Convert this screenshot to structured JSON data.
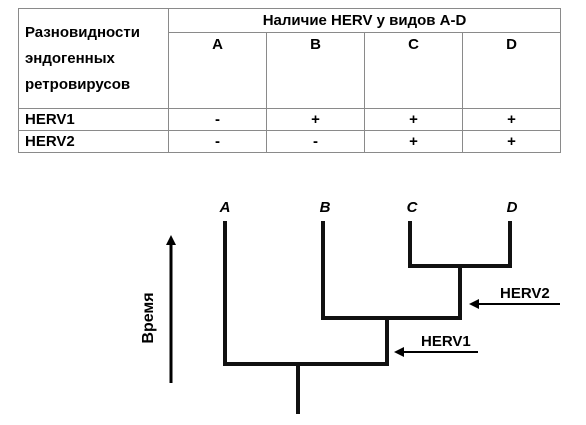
{
  "table": {
    "row_header": "Разновидности эндогенных ретровирусов",
    "row_header_lines": [
      "Разновидности",
      "эндогенных",
      "ретровирусов"
    ],
    "group_header": "Наличие HERV у видов A-D",
    "species": [
      "A",
      "B",
      "C",
      "D"
    ],
    "rows": [
      {
        "name": "HERV1",
        "values": [
          "-",
          "+",
          "+",
          "+"
        ]
      },
      {
        "name": "HERV2",
        "values": [
          "-",
          "-",
          "+",
          "+"
        ]
      }
    ]
  },
  "tree": {
    "taxa": [
      "A",
      "B",
      "C",
      "D"
    ],
    "axis_label": "Время",
    "markers": [
      {
        "label": "HERV1",
        "branch": "B-C-D ancestor"
      },
      {
        "label": "HERV2",
        "branch": "C-D ancestor"
      }
    ]
  }
}
